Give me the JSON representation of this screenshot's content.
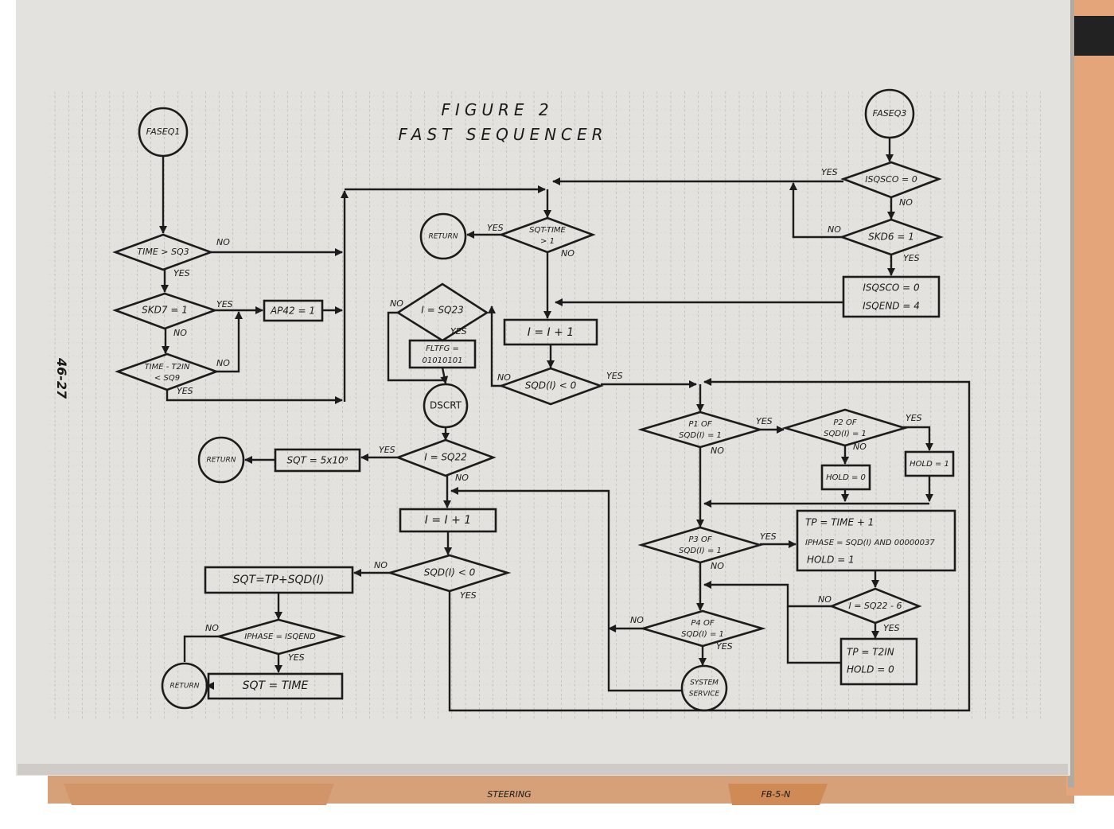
{
  "figure": {
    "title_line1": "FIGURE 2",
    "title_line2": "FAST SEQUENCER",
    "page_number": "46-27"
  },
  "edge_labels": {
    "yes": "YES",
    "no": "NO"
  },
  "nodes": {
    "faseq1": "FASEQ1",
    "time_gt_sq3": "TIME > SQ3",
    "skd7": "SKD7 = 1",
    "ap42": "AP42 = 1",
    "time_t2in_1": "TIME - T2IN",
    "time_t2in_2": "< SQ9",
    "return_top": "RETURN",
    "sqt_time_1": "SQT-TIME",
    "sqt_time_2": "> 1",
    "i_inc_top": "I = I + 1",
    "sqd_lt0_top": "SQD(I) < 0",
    "i_sq23": "I = SQ23",
    "fltfg_1": "FLTFG =",
    "fltfg_2": "01010101",
    "dscrt": "DSCRT",
    "i_sq22": "I = SQ22",
    "sqt_5e6": "SQT = 5x10⁶",
    "return_mid": "RETURN",
    "i_inc_mid": "I = I + 1",
    "sqd_lt0_mid": "SQD(I) < 0",
    "sqt_tp": "SQT=TP+SQD(I)",
    "iphase_isqend": "IPHASE = ISQEND",
    "sqt_time": "SQT = TIME",
    "return_bottom": "RETURN",
    "faseq3": "FASEQ3",
    "isqsco_0": "ISQSCO = 0",
    "skd6": "SKD6 = 1",
    "isqsco_set": "ISQSCO = 0",
    "isqend_set": "ISQEND = 4",
    "p1_1": "P1 OF",
    "p1_2": "SQD(I) = 1",
    "p2_1": "P2 OF",
    "p2_2": "SQD(I) = 1",
    "hold0_a": "HOLD = 0",
    "hold1_a": "HOLD = 1",
    "p3_1": "P3 OF",
    "p3_2": "SQD(I) = 1",
    "tp_time": "TP = TIME + 1",
    "iphase_set": "IPHASE = SQD(I) AND 00000037",
    "hold1_b": "HOLD = 1",
    "i_sq22_6": "I = SQ22 - 6",
    "tp_t2in": "TP = T2IN",
    "hold0_b": "HOLD = 0",
    "p4_1": "P4 OF",
    "p4_2": "SQD(I) = 1",
    "sys_1": "SYSTEM",
    "sys_2": "SERVICE"
  },
  "binder_tabs": {
    "left": "STEERING",
    "right": "FB-5-N"
  },
  "colors": {
    "paper": "#e4e2de",
    "ink": "#1c1c1c",
    "tab": "#d99a63"
  }
}
